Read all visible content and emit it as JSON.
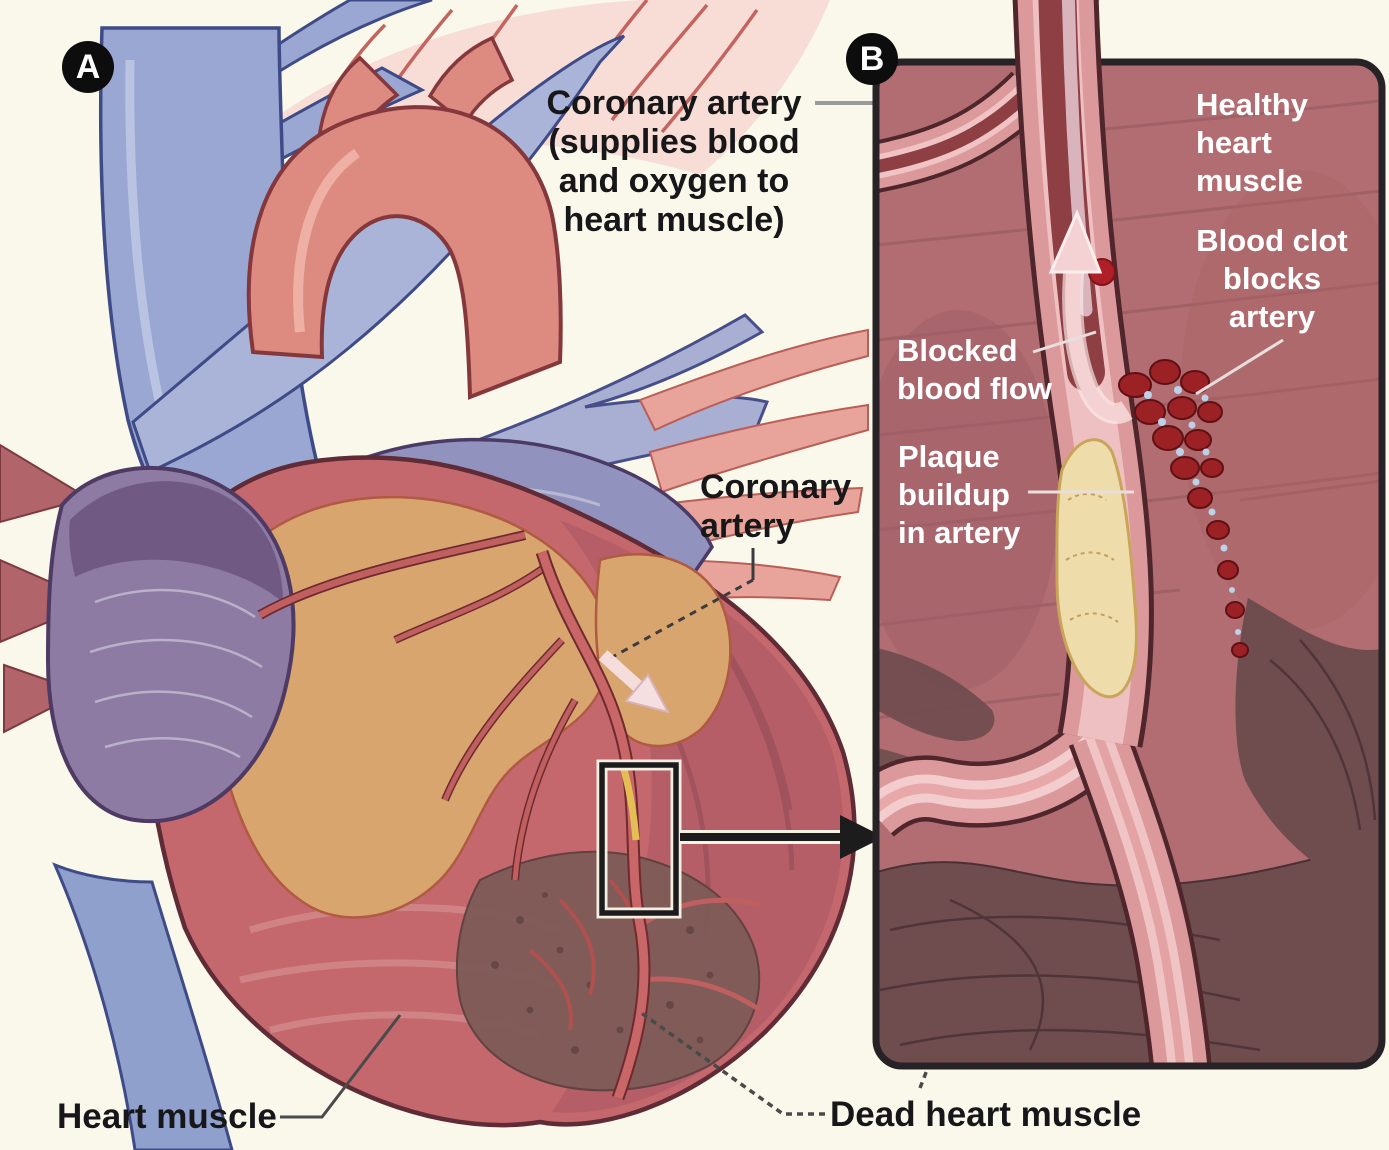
{
  "title": "Heart attack illustration: coronary artery blockage (panels A and B)",
  "panel_a": {
    "letter": "A",
    "labels": {
      "coronary_artery_full": {
        "lines": [
          "Coronary artery",
          "(supplies blood",
          "and oxygen to",
          "heart muscle)"
        ]
      },
      "coronary_artery": {
        "lines": [
          "Coronary",
          "artery"
        ]
      },
      "heart_muscle": {
        "text": "Heart muscle"
      },
      "dead_heart_muscle": {
        "text": "Dead heart muscle"
      }
    }
  },
  "panel_b": {
    "letter": "B",
    "labels": {
      "healthy_heart_muscle": {
        "lines": [
          "Healthy",
          "heart",
          "muscle"
        ]
      },
      "blood_clot_blocks_artery": {
        "lines": [
          "Blood clot",
          "blocks",
          "artery"
        ]
      },
      "blocked_blood_flow": {
        "lines": [
          "Blocked",
          "blood flow"
        ]
      },
      "plaque_buildup_in_artery": {
        "lines": [
          "Plaque",
          "buildup",
          "in artery"
        ]
      }
    }
  },
  "colors": {
    "background": "#faf8ea",
    "panel_b_background": "#b16d72",
    "artery_wall": "#dc999c",
    "artery_lumen": "#8e3f44",
    "plaque": "#eeddaa",
    "blood_clot": "#9c2125",
    "dead_muscle": "#6f4c4e",
    "heart_muscle_rose": "#c4686d",
    "fat_tan": "#d9a56e",
    "vein_blue": "#9aa7d2",
    "aorta_salmon": "#dd8b81",
    "pulmonary_purple": "#9292bf",
    "label_black": "#17171a",
    "label_white": "#ffffff"
  }
}
